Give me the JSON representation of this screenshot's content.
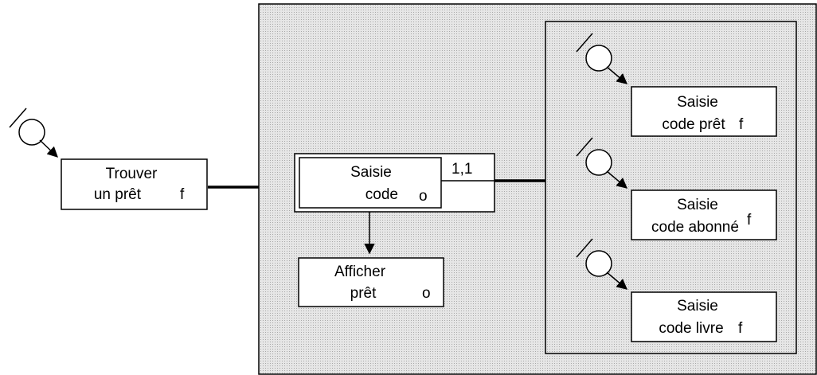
{
  "colors": {
    "panel_fill": "#d9d9d9",
    "line": "#000000",
    "box_fill": "#ffffff"
  },
  "trouver": {
    "line1": "Trouver",
    "line2": "un prêt",
    "mark": "f"
  },
  "saisie_code": {
    "line1": "Saisie",
    "line2": "code",
    "mark": "o",
    "cardinality": "1,1"
  },
  "afficher": {
    "line1": "Afficher",
    "line2": "prêt",
    "mark": "o"
  },
  "saisie_pret": {
    "line1": "Saisie",
    "line2": "code prêt",
    "mark": "f"
  },
  "saisie_abonne": {
    "line1": "Saisie",
    "line2": "code abonné",
    "mark": "f"
  },
  "saisie_livre": {
    "line1": "Saisie",
    "line2": "code livre",
    "mark": "f"
  }
}
